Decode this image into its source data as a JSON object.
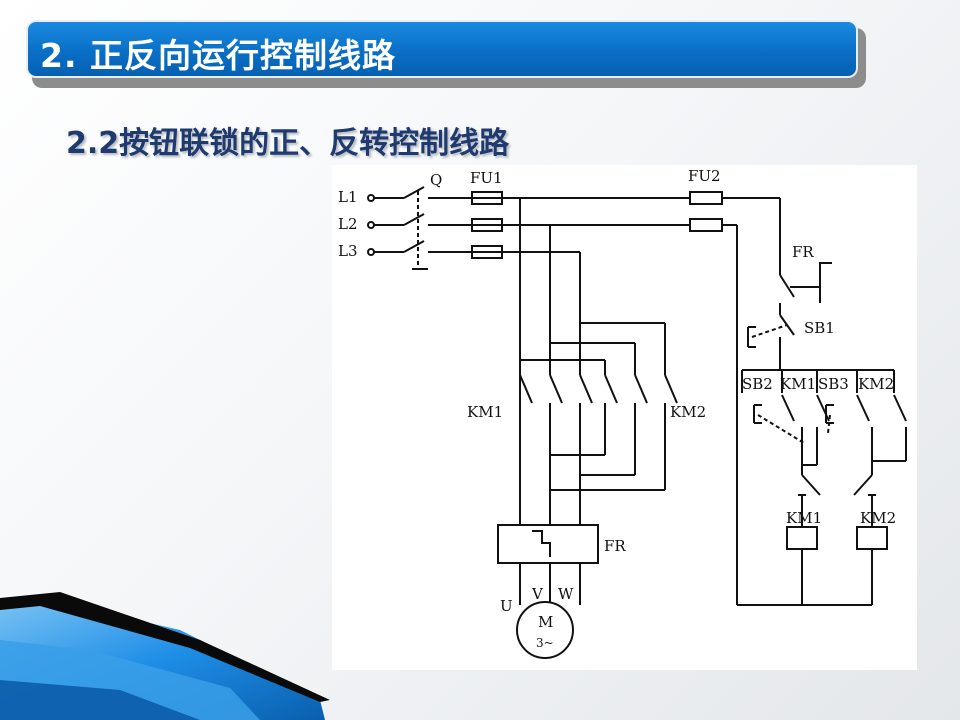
{
  "slide": {
    "title": "2. 正反向运行控制线路",
    "subtitle": "2.2按钮联锁的正、反转控制线路"
  },
  "diagram": {
    "labels": {
      "l1": "L1",
      "l2": "L2",
      "l3": "L3",
      "q": "Q",
      "fu1": "FU1",
      "fu2": "FU2",
      "fr_control": "FR",
      "sb1": "SB1",
      "sb2": "SB2",
      "km1_aux": "KM1",
      "sb3": "SB3",
      "km2_aux": "KM2",
      "km1_main": "KM1",
      "km2_main": "KM2",
      "fr_main": "FR",
      "km1_coil": "KM1",
      "km2_coil": "KM2",
      "u": "U",
      "v": "V",
      "w": "W",
      "motor_m": "M",
      "motor_3": "3~"
    }
  },
  "colors": {
    "title_bar": "#0a6fc6",
    "subtitle": "#1f3a6e",
    "accent_blue": "#1e8ee6"
  }
}
